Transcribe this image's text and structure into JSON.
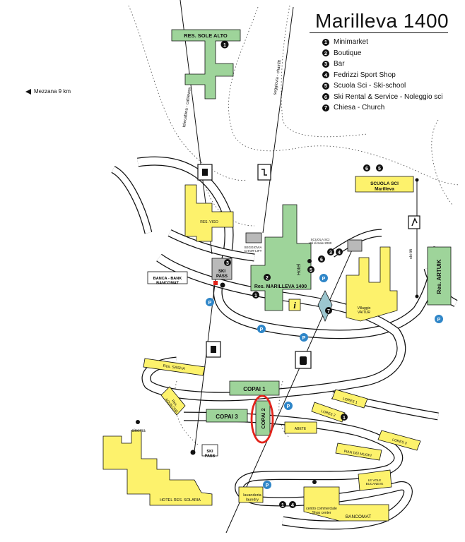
{
  "title": "Marilleva 1400",
  "legend": [
    {
      "num": "1",
      "label": "Minimarket"
    },
    {
      "num": "2",
      "label": "Boutique"
    },
    {
      "num": "3",
      "label": "Bar"
    },
    {
      "num": "4",
      "label": "Fedrizzi Sport Shop"
    },
    {
      "num": "5",
      "label": "Scuola Sci - Ski-school"
    },
    {
      "num": "6",
      "label": "Ski Rental & Service - Noleggio sci"
    },
    {
      "num": "7",
      "label": "Chiesa - Church"
    }
  ],
  "mezzana": "Mezzana  9 km",
  "lift_labels": {
    "telecabina": "telecabina - cableway",
    "seggiovia": "seggiovia - chairlift",
    "skilift": "ski-lift",
    "seggiovia_box": "SEGGIOVIA\nCHAIR-LIFT",
    "scuola_sci_small": "SCUOLA SCI\nVal di Sole 2000"
  },
  "buildings": {
    "res_sole_alto": "RES. SOLE ALTO",
    "res_vigo": "RES. VIGO",
    "res_marilleva": "Res. MARILLEVA 1400",
    "hotel": "Hotel",
    "res_artuik": "Res. ARTUIK",
    "villaggio": "Villaggio\nVAITUR",
    "res_sasha": "Res. SASHA",
    "res_aquilone": "Res.\nAQUILONE",
    "copai1": "COPAI 1",
    "copai2": "COPAI 2",
    "copai3": "COPAI 3",
    "abete": "ABETE",
    "lores1": "LORES 1",
    "lores2": "LORES 2",
    "lores3": "LORES 3",
    "pian_mughi": "PIAN DEI MUGHI",
    "le_vole": "LE VOLE\nBUCANEVE",
    "hotel_solaria": "HOTEL RES. SOLARIA",
    "cinema": "cinema",
    "lavanderia": "lavanderia\nlaundry",
    "centro": "centro commerciale\nShop center",
    "bancomat": "BANCOMAT",
    "scuola_sci_box": "SCUOLA SCI\nMarilleva",
    "banca": "BANCA - BANK\nBANCOMAT",
    "ski_pass": "SKI\nPASS"
  },
  "colors": {
    "yellow": "#fdf26c",
    "green": "#9ed49a",
    "grey": "#b9b9b9",
    "parking": "#2f86c8",
    "highlight": "#e2231a"
  },
  "icons": {
    "parking": "P",
    "info": "i"
  }
}
